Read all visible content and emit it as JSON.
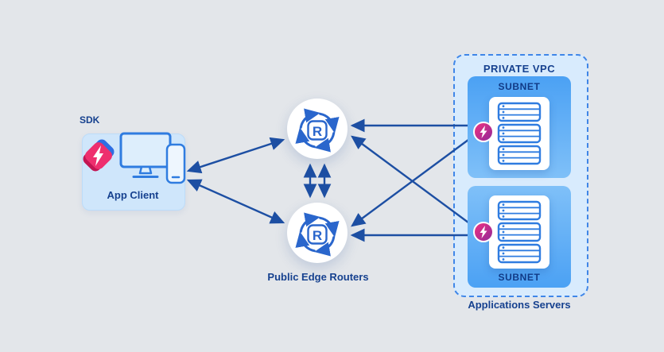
{
  "diagram": {
    "client": {
      "sdk_label": "SDK",
      "label": "App Client"
    },
    "routers": {
      "label": "Public Edge Routers",
      "letter": "R"
    },
    "vpc": {
      "title": "PRIVATE VPC",
      "subnet_top_label": "SUBNET",
      "subnet_bottom_label": "SUBNET",
      "caption": "Applications Servers"
    }
  },
  "icons": [
    "sdk-layers-icon",
    "lightning-icon",
    "monitor-icon",
    "phone-icon",
    "router-icon",
    "server-stack-icon",
    "lightning-badge-icon"
  ],
  "colors": {
    "background": "#e3e6ea",
    "navy_text": "#16418f",
    "arrow": "#1d4fa3",
    "client_panel": "#cfe6fb",
    "vpc_fill": "#d8ebfd",
    "vpc_border": "#3f86e8",
    "subnet_blue": "#4ba1f4",
    "icon_blue": "#2f7ce0",
    "router_icon_blue": "#2a66cc",
    "badge_pink": "#f5317f",
    "badge_purple": "#8b2a9b",
    "layer_blue": "#2e6ee3",
    "layer_red": "#c21653",
    "layer_pink": "#ee2f6e",
    "node_white": "#ffffff"
  }
}
